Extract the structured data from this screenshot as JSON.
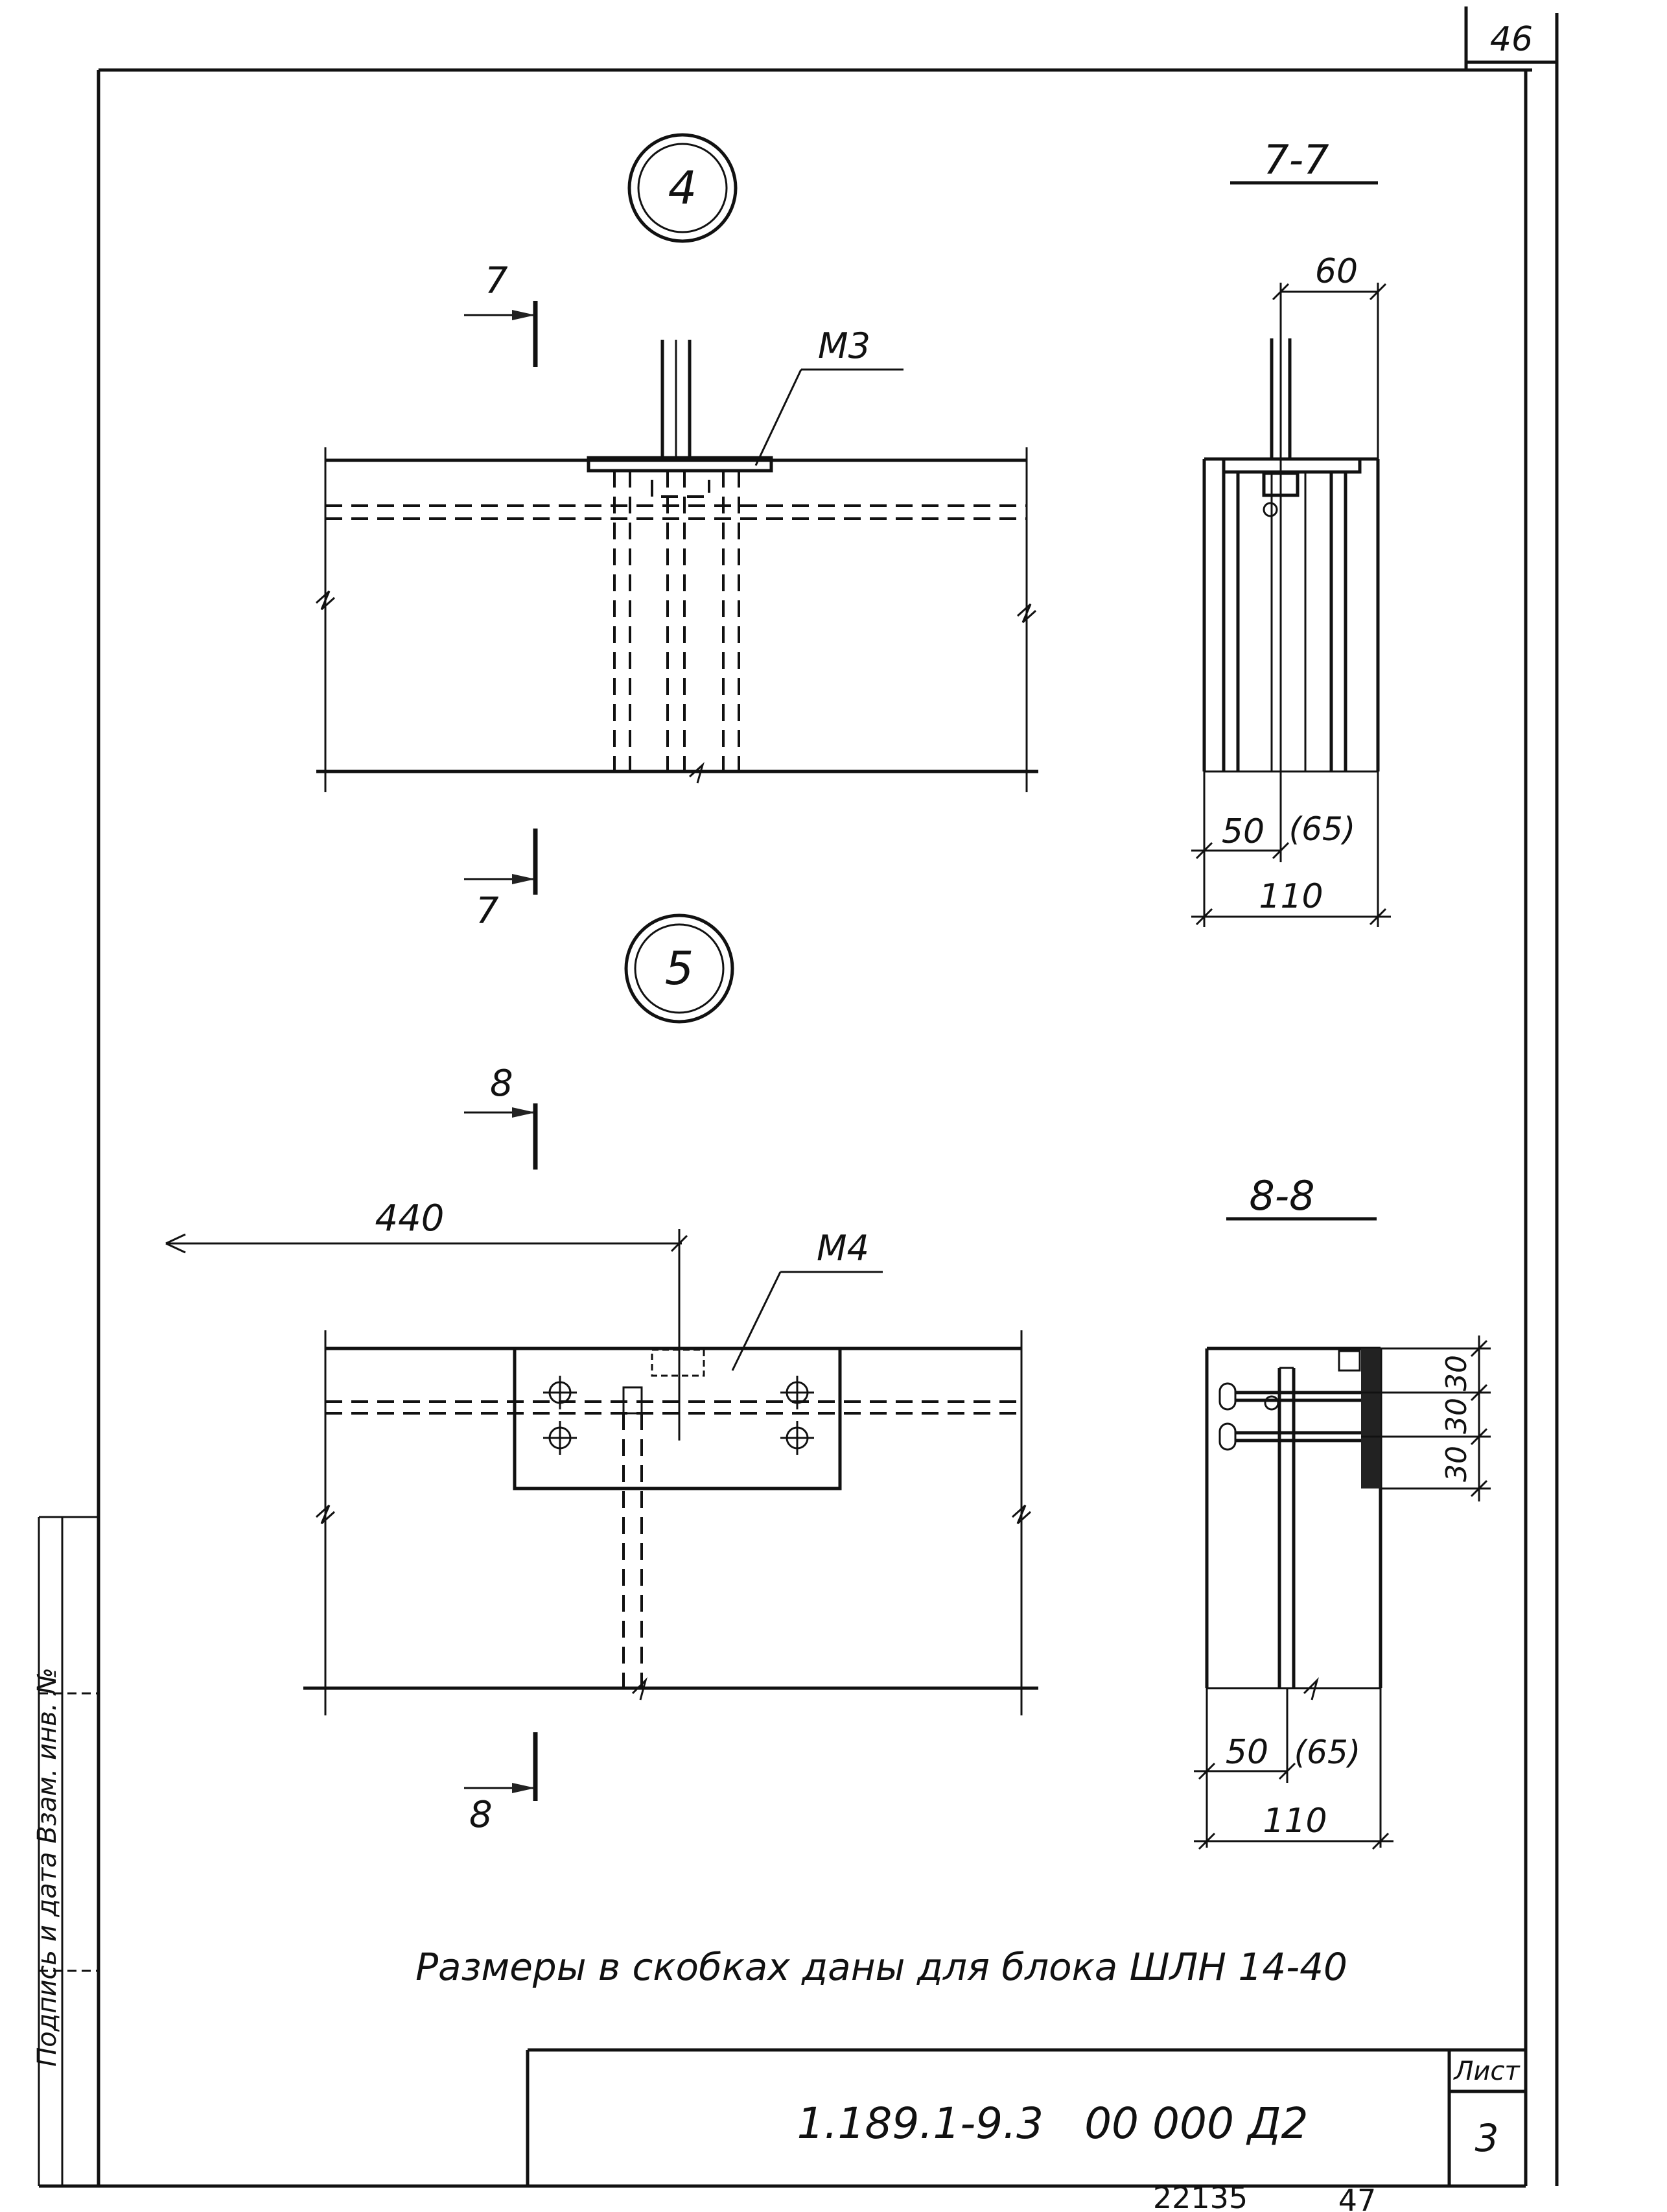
{
  "sheet": {
    "top_page_number": "46",
    "footer_code": "22135",
    "footer_page": "47"
  },
  "node4": {
    "label": "4",
    "section_marker": "7",
    "part_label": "M3"
  },
  "section7": {
    "title": "7-7",
    "dim_top": "60",
    "dim_offset": "50",
    "dim_offset_alt": "(65)",
    "dim_width": "110"
  },
  "node5": {
    "label": "5",
    "section_marker": "8",
    "part_label": "M4",
    "dim_distance": "440"
  },
  "section8": {
    "title": "8-8",
    "dim_spacing_1": "30",
    "dim_spacing_2": "30",
    "dim_spacing_3": "30",
    "dim_offset": "50",
    "dim_offset_alt": "(65)",
    "dim_width": "110"
  },
  "note": "Размеры в скобках даны для блока ШЛН 14-40",
  "side_stamp": "Подпись и дата Взам. инв. №",
  "title_block": {
    "designation": "1.189.1-9.3   00 000 Д2",
    "sheet_label": "Лист",
    "sheet_number": "3"
  }
}
